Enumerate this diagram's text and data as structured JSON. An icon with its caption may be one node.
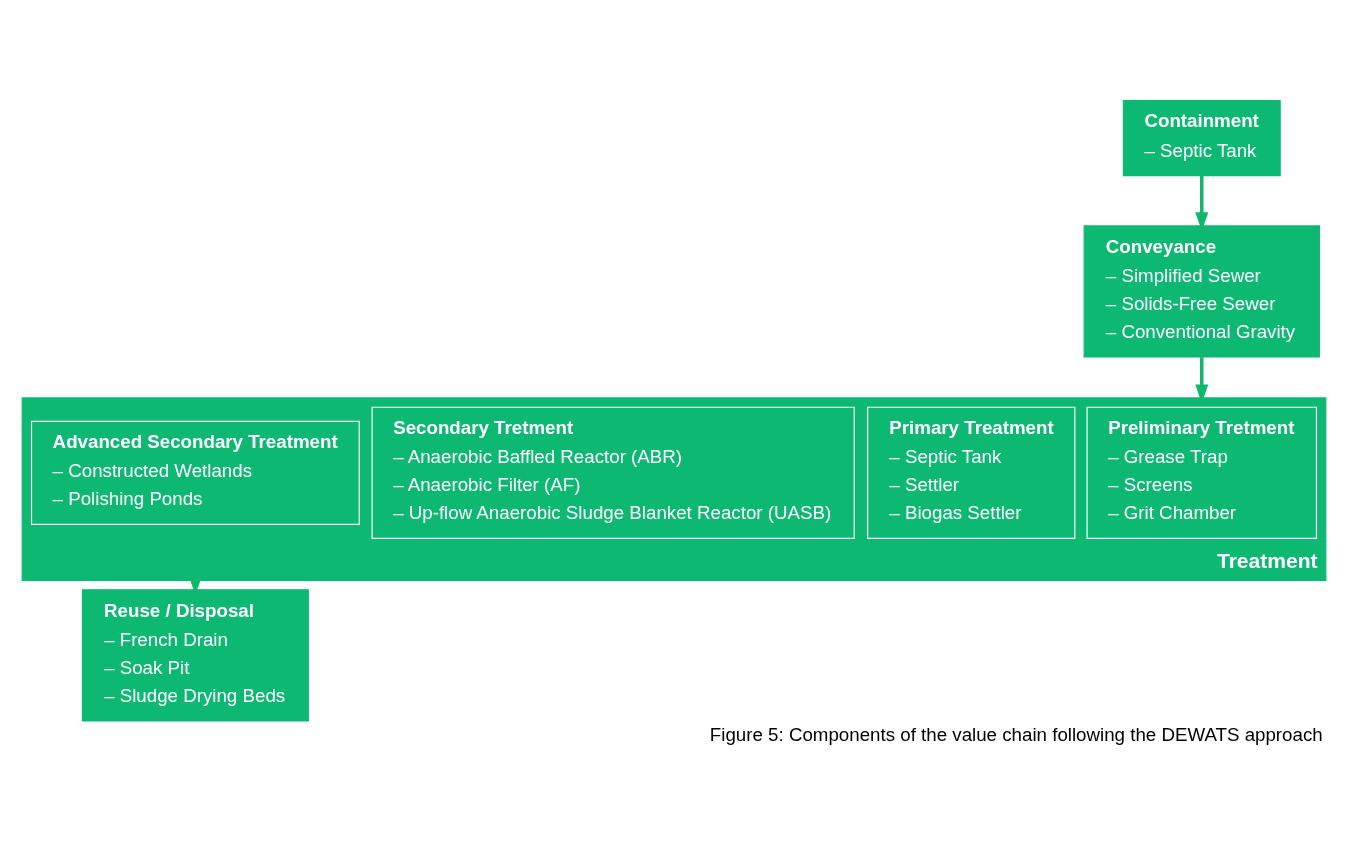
{
  "diagram": {
    "caption": "Figure 5: Components of the value chain following the DEWATS approach",
    "nodes": [
      {
        "text": [
          "Containment",
          "– Septic Tank"
        ]
      },
      {
        "text": [
          "Conveyance",
          "– Simplified Sewer",
          "– Solids-Free Sewer",
          "– Conventional Gravity"
        ]
      },
      {
        "text": [
          "Treatment"
        ]
      },
      {
        "text": [
          "Preliminary Tretment",
          "– Grease Trap",
          "– Screens",
          "– Grit Chamber"
        ],
        "in": 2
      },
      {
        "text": [
          "Primary Treatment",
          "– Septic Tank",
          "– Settler",
          "– Biogas Settler"
        ],
        "in": 2
      },
      {
        "text": [
          "Secondary Tretment",
          "– Anaerobic Baffled Reactor (ABR)",
          "– Anaerobic Filter (AF)",
          "– Up-flow Anaerobic Sludge Blanket Reactor (UASB)"
        ],
        "in": 2
      },
      {
        "text": [
          "Advanced Secondary Treatment",
          "– Constructed Wetlands",
          "– Polishing Ponds"
        ],
        "in": 2
      },
      {
        "text": [
          "Reuse / Disposal",
          "– French Drain",
          "– Soak Pit",
          "– Sludge Drying Beds"
        ]
      }
    ],
    "edges": [
      {
        "from": 0,
        "to": 1,
        "arrow": "to"
      },
      {
        "from": 1,
        "to": 2,
        "arrow": "to"
      },
      {
        "from": 2,
        "to": 7,
        "arrow": "to"
      }
    ]
  }
}
